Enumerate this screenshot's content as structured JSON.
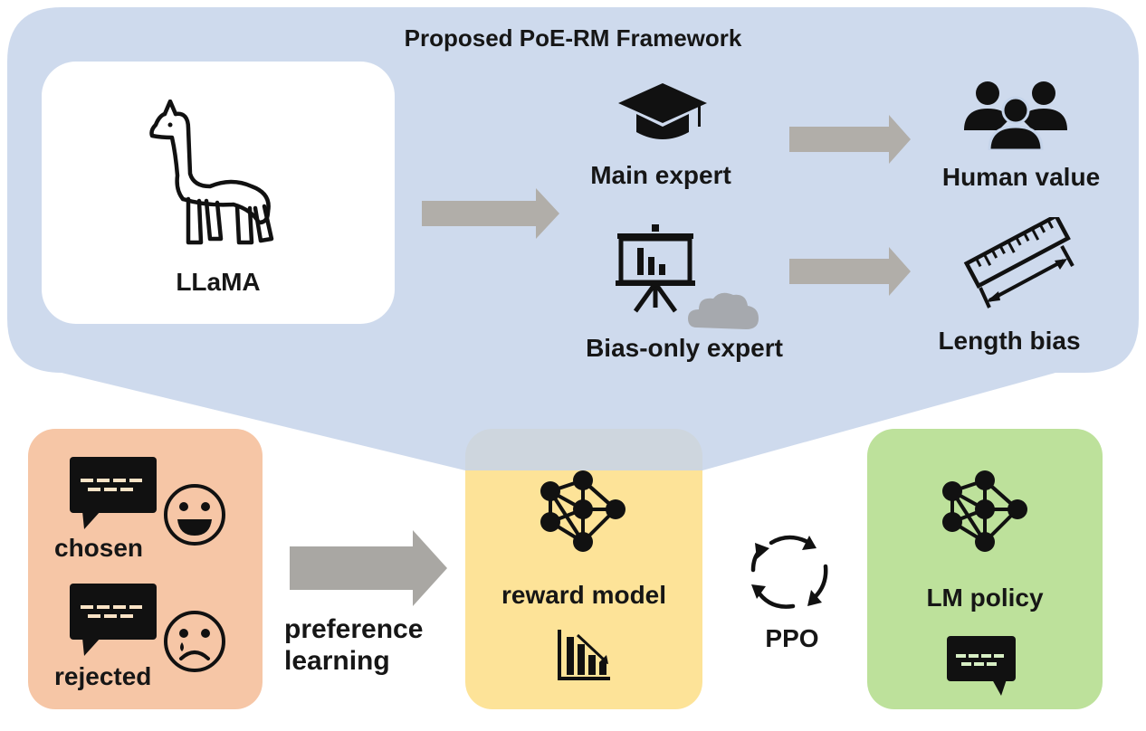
{
  "framework": {
    "title": "Proposed PoE-RM Framework",
    "backbone": "LLaMA",
    "main_expert": "Main expert",
    "bias_expert": "Bias-only expert",
    "human_value": "Human value",
    "length_bias": "Length bias"
  },
  "pipeline": {
    "chosen": "chosen",
    "rejected": "rejected",
    "preference_learning_line1": "preference",
    "preference_learning_line2": "learning",
    "reward_model": "reward model",
    "ppo": "PPO",
    "lm_policy": "LM policy"
  },
  "icons": [
    "llama-icon",
    "graduation-cap-icon",
    "presentation-board-icon",
    "cloud-icon",
    "people-group-icon",
    "ruler-icon",
    "speech-bubble-icon",
    "smiley-face-icon",
    "sad-face-icon",
    "neural-network-icon",
    "bar-chart-down-icon",
    "cycle-arrows-icon"
  ],
  "colors": {
    "framework_panel": "#cfdaec",
    "input_panel": "#f6c6a6",
    "reward_panel": "#fde398",
    "policy_panel": "#bde19b",
    "arrow": "#b1aea9"
  }
}
